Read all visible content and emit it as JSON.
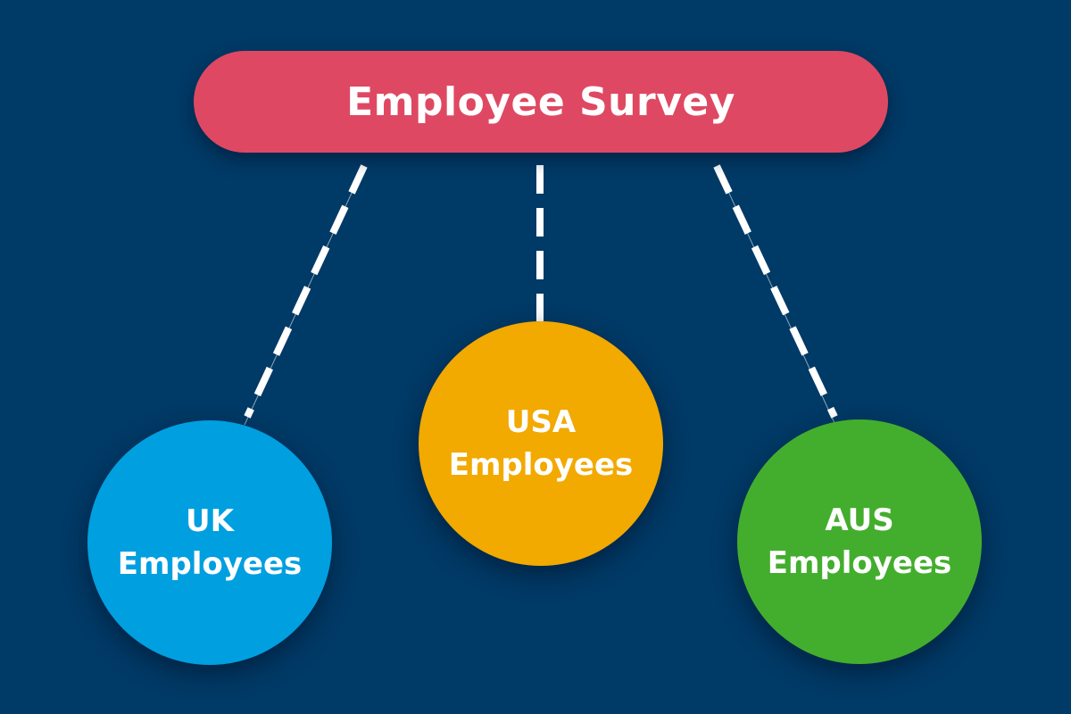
{
  "diagram": {
    "title": "Employee Survey",
    "colors": {
      "background": "#003a66",
      "title_pill": "#df4862",
      "connector": "#ffffff"
    },
    "nodes": [
      {
        "id": "uk",
        "line1": "UK",
        "line2": "Employees",
        "color": "#009fe0"
      },
      {
        "id": "usa",
        "line1": "USA",
        "line2": "Employees",
        "color": "#f2a900"
      },
      {
        "id": "aus",
        "line1": "AUS",
        "line2": "Employees",
        "color": "#43ae2d"
      }
    ],
    "edges": [
      {
        "from": "Employee Survey",
        "to": "UK Employees",
        "style": "dashed"
      },
      {
        "from": "Employee Survey",
        "to": "USA Employees",
        "style": "dashed"
      },
      {
        "from": "Employee Survey",
        "to": "AUS Employees",
        "style": "dashed"
      }
    ]
  }
}
